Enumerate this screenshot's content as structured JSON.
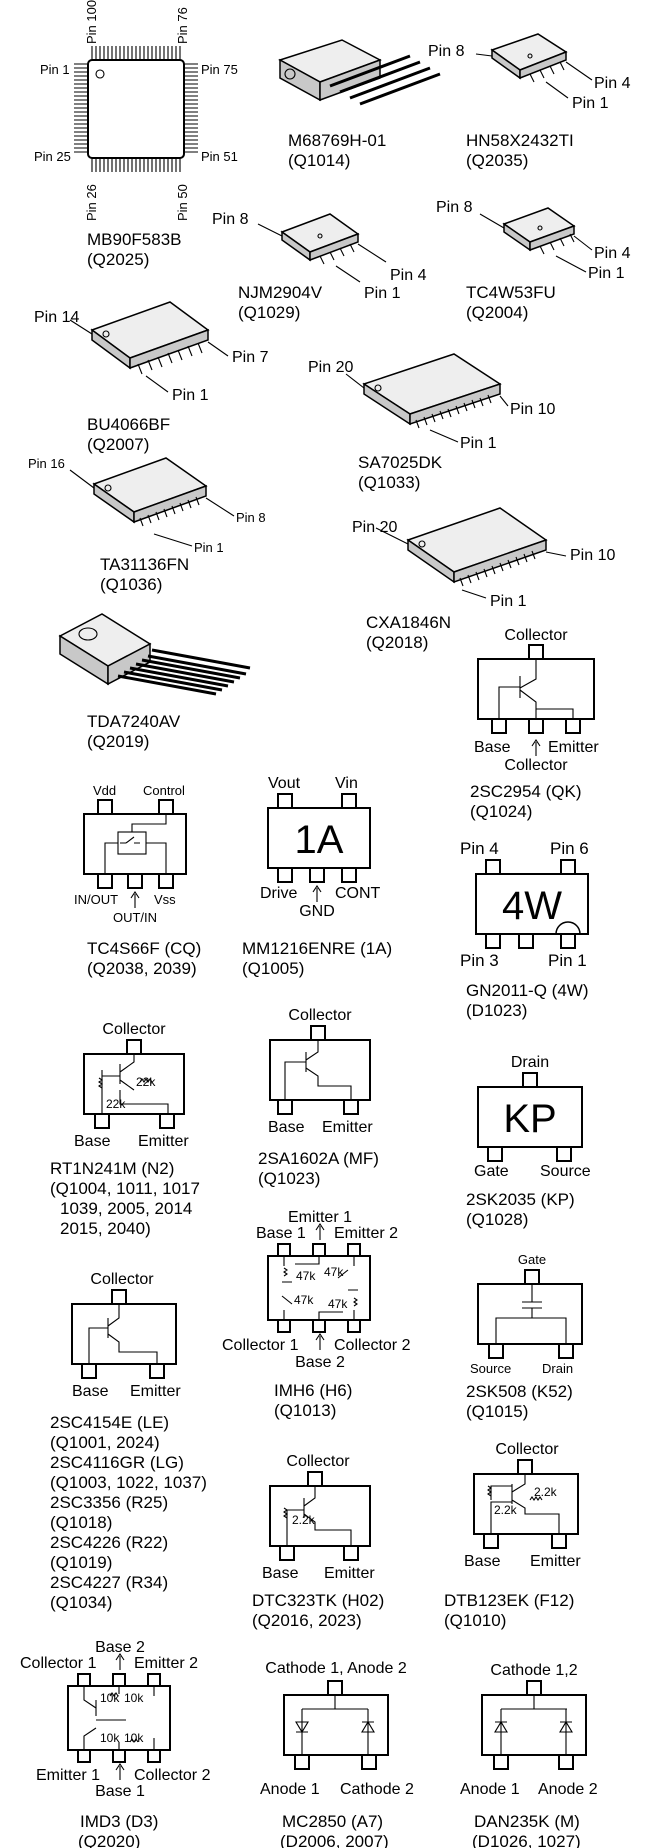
{
  "ic_packages": [
    {
      "name": "MB90F583B",
      "ref": "(Q2025)",
      "pins": [
        "Pin 100",
        "Pin 76",
        "Pin 1",
        "Pin 75",
        "Pin 25",
        "Pin 51",
        "Pin 26",
        "Pin 50"
      ]
    },
    {
      "name": "M68769H-01",
      "ref": "(Q1014)",
      "pins": []
    },
    {
      "name": "HN58X2432TI",
      "ref": "(Q2035)",
      "pins": [
        "Pin 8",
        "Pin 4",
        "Pin 1"
      ]
    },
    {
      "name": "NJM2904V",
      "ref": "(Q1029)",
      "pins": [
        "Pin 8",
        "Pin 4",
        "Pin 1"
      ]
    },
    {
      "name": "TC4W53FU",
      "ref": "(Q2004)",
      "pins": [
        "Pin 8",
        "Pin 4",
        "Pin 1"
      ]
    },
    {
      "name": "BU4066BF",
      "ref": "(Q2007)",
      "pins": [
        "Pin 14",
        "Pin 7",
        "Pin 1"
      ]
    },
    {
      "name": "SA7025DK",
      "ref": "(Q1033)",
      "pins": [
        "Pin 20",
        "Pin 10",
        "Pin 1"
      ]
    },
    {
      "name": "TA31136FN",
      "ref": "(Q1036)",
      "pins": [
        "Pin 16",
        "Pin 8",
        "Pin 1"
      ]
    },
    {
      "name": "CXA1846N",
      "ref": "(Q2018)",
      "pins": [
        "Pin 20",
        "Pin 10",
        "Pin 1"
      ]
    },
    {
      "name": "TDA7240AV",
      "ref": "(Q2019)",
      "pins": []
    }
  ],
  "sot_packages": [
    {
      "name": "2SC2954 (QK)",
      "ref": "(Q1024)",
      "terminals": [
        "Collector",
        "Base",
        "Emitter",
        "Collector"
      ]
    },
    {
      "name": "TC4S66F (CQ)",
      "ref": "(Q2038, 2039)",
      "terminals": [
        "Vdd",
        "Control",
        "IN/OUT",
        "Vss",
        "OUT/IN"
      ]
    },
    {
      "name": "MM1216ENRE (1A)",
      "ref": "(Q1005)",
      "marking": "1A",
      "terminals": [
        "Vout",
        "Vin",
        "Drive",
        "CONT",
        "GND"
      ]
    },
    {
      "name": "GN2011-Q (4W)",
      "ref": "(D1023)",
      "marking": "4W",
      "terminals": [
        "Pin 4",
        "Pin 6",
        "Pin 3",
        "Pin 1"
      ]
    },
    {
      "name": "RT1N241M (N2)",
      "ref_lines": [
        "(Q1004, 1011, 1017",
        "1039, 2005, 2014",
        "2015, 2040)"
      ],
      "terminals": [
        "Collector",
        "Base",
        "Emitter"
      ],
      "resistors": [
        "22k",
        "22k"
      ]
    },
    {
      "name": "2SA1602A (MF)",
      "ref": "(Q1023)",
      "terminals": [
        "Collector",
        "Base",
        "Emitter"
      ]
    },
    {
      "name": "2SK2035 (KP)",
      "ref": "(Q1028)",
      "marking": "KP",
      "terminals": [
        "Drain",
        "Gate",
        "Source"
      ]
    },
    {
      "name": "IMH6 (H6)",
      "ref": "(Q1013)",
      "terminals": [
        "Emitter 1",
        "Base 1",
        "Emitter 2",
        "Collector 1",
        "Collector 2",
        "Base 2"
      ],
      "resistors": [
        "47k",
        "47k",
        "47k",
        "47k"
      ]
    },
    {
      "name": "2SK508 (K52)",
      "ref": "(Q1015)",
      "terminals": [
        "Gate",
        "Source",
        "Drain"
      ]
    },
    {
      "name": "2SC4154E (LE)",
      "ref_lines": [
        "(Q1001, 2024)",
        "2SC4116GR (LG)",
        "(Q1003, 1022, 1037)",
        "2SC3356 (R25)",
        "(Q1018)",
        "2SC4226 (R22)",
        "(Q1019)",
        "2SC4227 (R34)",
        "(Q1034)"
      ],
      "terminals": [
        "Collector",
        "Base",
        "Emitter"
      ]
    },
    {
      "name": "DTC323TK (H02)",
      "ref": "(Q2016, 2023)",
      "terminals": [
        "Collector",
        "Base",
        "Emitter"
      ],
      "resistors": [
        "2.2k"
      ]
    },
    {
      "name": "DTB123EK (F12)",
      "ref": "(Q1010)",
      "terminals": [
        "Collector",
        "Base",
        "Emitter"
      ],
      "resistors": [
        "2.2k",
        "2.2k"
      ]
    },
    {
      "name": "IMD3 (D3)",
      "ref": "(Q2020)",
      "terminals": [
        "Base 2",
        "Collector 1",
        "Emitter 2",
        "Emitter 1",
        "Collector 2",
        "Base 1"
      ],
      "resistors": [
        "10k",
        "10k",
        "10k",
        "10k"
      ]
    },
    {
      "name": "MC2850 (A7)",
      "ref": "(D2006, 2007)",
      "terminals": [
        "Cathode 1, Anode 2",
        "Anode 1",
        "Cathode 2"
      ]
    },
    {
      "name": "DAN235K (M)",
      "ref": "(D1026, 1027)",
      "terminals": [
        "Cathode 1,2",
        "Anode 1",
        "Anode 2"
      ]
    }
  ]
}
